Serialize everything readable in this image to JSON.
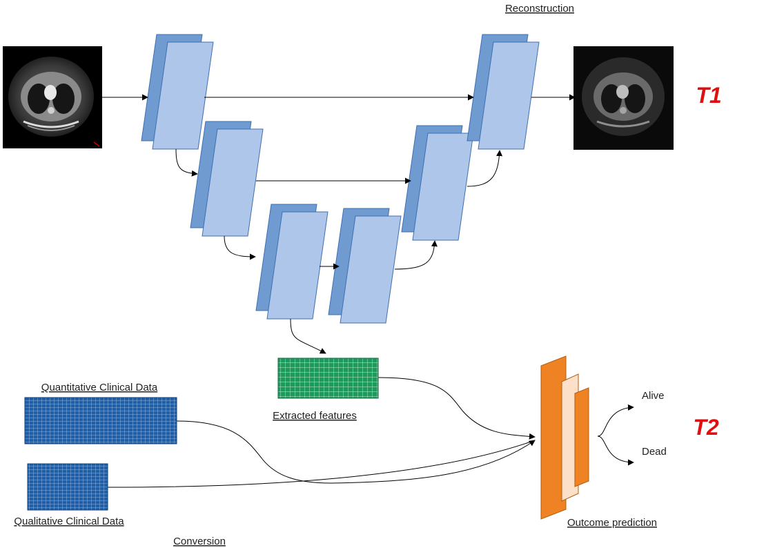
{
  "labels": {
    "reconstruction": "Reconstruction",
    "extracted_features": "Extracted features",
    "quantitative": "Quantitative Clinical Data",
    "qualitative": "Qualitative Clinical Data",
    "conversion": "Conversion",
    "outcome_prediction": "Outcome prediction",
    "alive": "Alive",
    "dead": "Dead"
  },
  "tags": {
    "t1": "T1",
    "t2": "T2"
  },
  "colors": {
    "block_back": "#6f9bd1",
    "block_front": "#aec6ea",
    "block_stroke": "#3f6fb0",
    "features": "#1d9a5b",
    "clinical": "#1f5fa8",
    "orange": "#ef8323",
    "peach": "#fde0c8",
    "tag_red": "#e01010"
  },
  "icons": {
    "input_scan": "ct-scan-image",
    "output_scan": "reconstructed-ct-image"
  }
}
